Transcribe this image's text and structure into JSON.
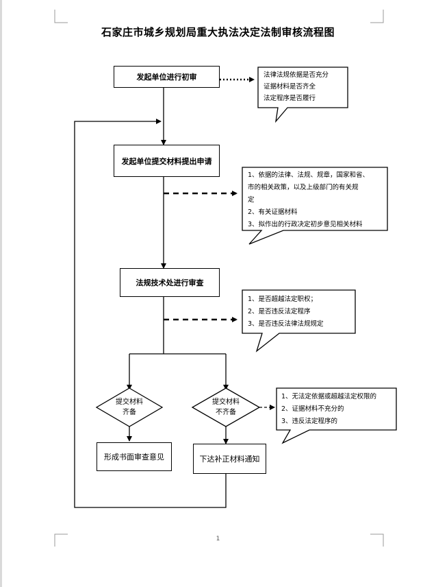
{
  "document": {
    "title": "石家庄市城乡规划局重大执法决定法制审核流程图",
    "page_number": "1"
  },
  "steps": {
    "step1": "发起单位进行初审",
    "step2": "发起单位提交材料提出申请",
    "step3": "法规技术处进行审查"
  },
  "decisions": {
    "complete": [
      "提交材料",
      "齐备"
    ],
    "incomplete": [
      "提交材料",
      "不齐备"
    ]
  },
  "outcomes": {
    "written_opinion": "形成书面审查意见",
    "supplement_notice": "下达补正材料通知"
  },
  "callouts": {
    "initial_review": [
      "法律法规依据是否充分",
      "证据材料是否齐全",
      "法定程序是否履行"
    ],
    "application": [
      "1、依据的法律、法规、规章，国家和省、",
      "市的相关政策，以及上级部门的有关规",
      "定",
      "2、有关证据材料",
      "3、拟作出的行政决定初步意见相关材料"
    ],
    "review": [
      "1、是否超越法定职权；",
      "2、是否违反法定程序",
      "3、是否违反法律法规规定"
    ],
    "insufficient": [
      "1、无法定依据或超越法定权限的",
      "2、证据材料不充分的",
      "3、违反法定程序的"
    ]
  },
  "colors": {
    "line": "#000000",
    "background": "#ffffff",
    "page_edge": "#d9d9d9"
  }
}
